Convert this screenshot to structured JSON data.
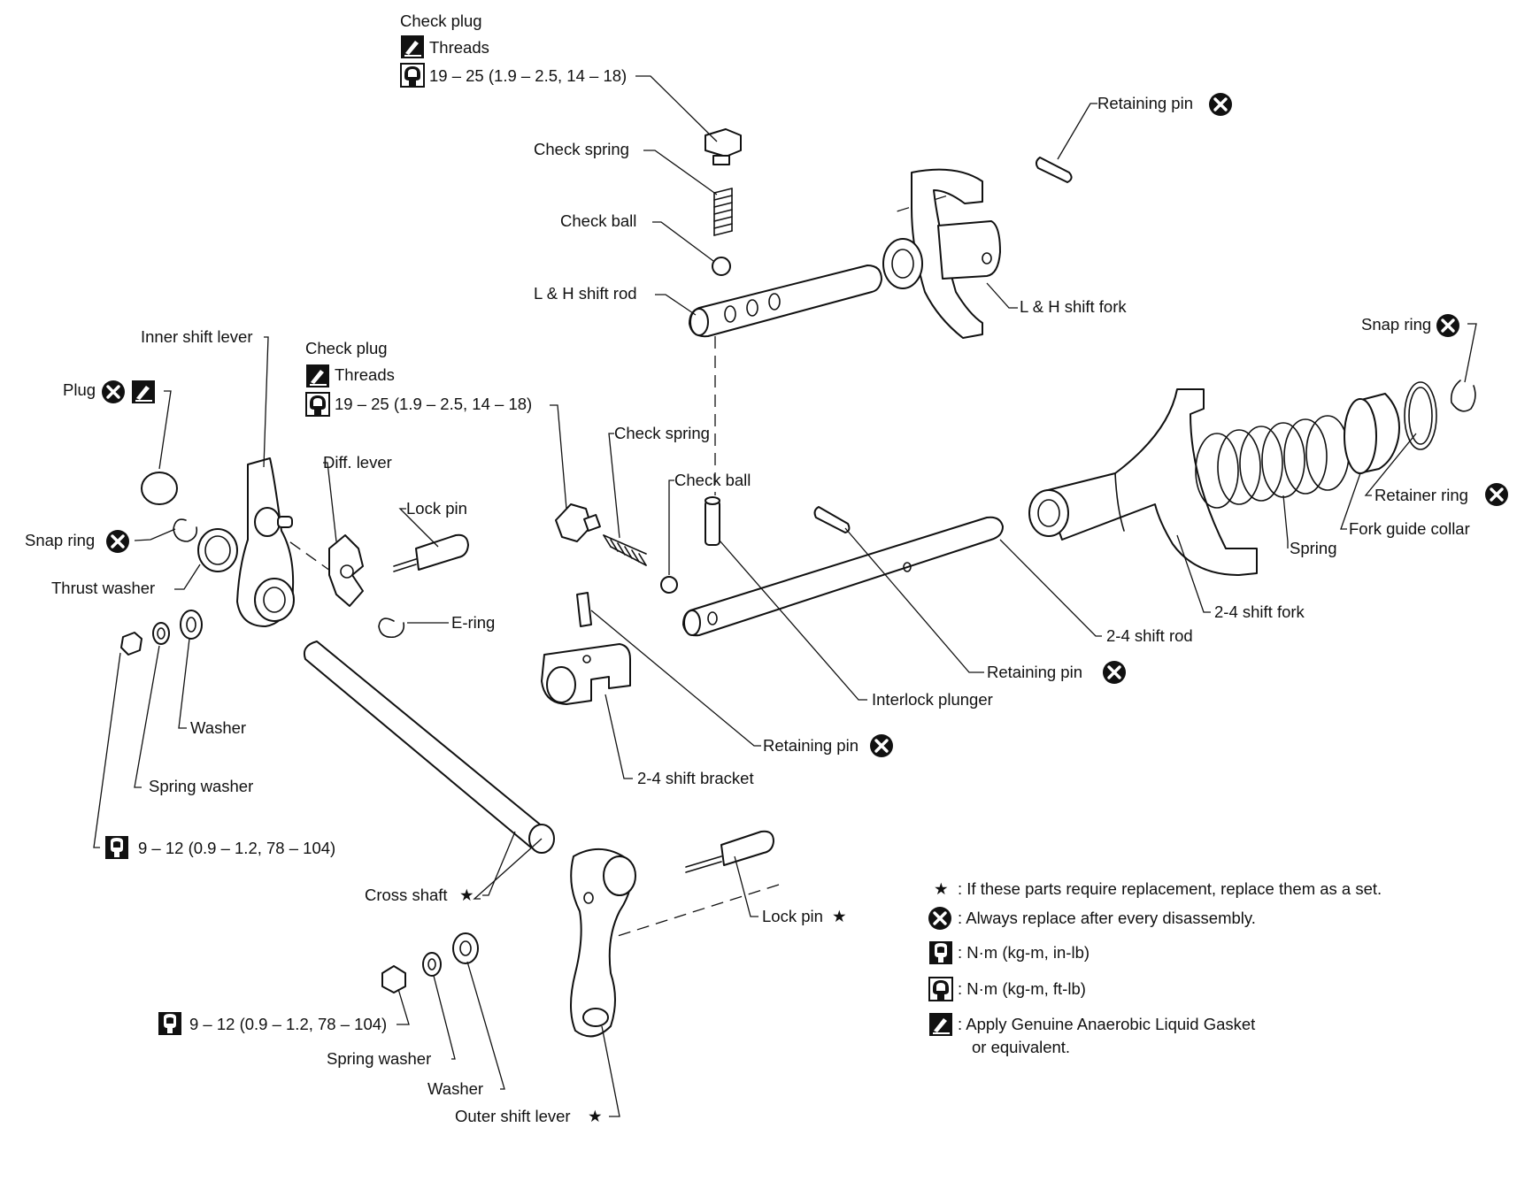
{
  "colors": {
    "ink": "#111111",
    "background": "#ffffff"
  },
  "icon_names": {
    "replace": "x-circle-icon",
    "gasket": "gasket-apply-icon",
    "torque_in_lb": "torque-wrench-solid-icon",
    "torque_ft_lb": "torque-wrench-open-icon",
    "set_star": "star-icon"
  },
  "labels": {
    "check_plug_top": "Check plug",
    "threads_top": "Threads",
    "torque_top": "19 – 25 (1.9 – 2.5, 14 – 18)",
    "check_spring_top": "Check spring",
    "check_ball_top": "Check ball",
    "lh_shift_rod": "L & H shift rod",
    "retaining_pin_top": "Retaining pin",
    "lh_shift_fork": "L & H shift fork",
    "inner_shift_lever": "Inner shift lever",
    "check_plug_mid": "Check plug",
    "threads_mid": "Threads",
    "torque_mid": "19 – 25 (1.9 – 2.5, 14 – 18)",
    "plug": "Plug",
    "diff_lever": "Diff. lever",
    "lock_pin_upper": "Lock pin",
    "check_spring_mid": "Check spring",
    "check_ball_mid": "Check ball",
    "snap_ring_left": "Snap ring",
    "thrust_washer": "Thrust washer",
    "e_ring": "E-ring",
    "washer_left": "Washer",
    "spring_washer_left": "Spring washer",
    "torque_left": "9 – 12 (0.9 – 1.2, 78 – 104)",
    "snap_ring_right": "Snap ring",
    "retainer_ring": "Retainer ring",
    "fork_guide_collar": "Fork guide collar",
    "spring": "Spring",
    "shift_fork_24": "2-4 shift fork",
    "shift_rod_24": "2-4 shift rod",
    "retaining_pin_mid": "Retaining pin",
    "interlock_plunger": "Interlock plunger",
    "retaining_pin_low": "Retaining pin",
    "shift_bracket_24": "2-4 shift bracket",
    "cross_shaft": "Cross shaft",
    "lock_pin_lower": "Lock pin",
    "torque_bottom": "9 – 12 (0.9 – 1.2, 78 – 104)",
    "spring_washer_bottom": "Spring washer",
    "washer_bottom": "Washer",
    "outer_shift_lever": "Outer shift lever"
  },
  "legend": {
    "star_text": ": If these parts require replacement, replace them as a set.",
    "replace_text": ": Always replace after every disassembly.",
    "torque_in_lb_text": ": N·m (kg-m, in-lb)",
    "torque_ft_lb_text": ": N·m (kg-m, ft-lb)",
    "gasket_text_line1": ": Apply Genuine Anaerobic Liquid Gasket",
    "gasket_text_line2": "or equivalent."
  }
}
